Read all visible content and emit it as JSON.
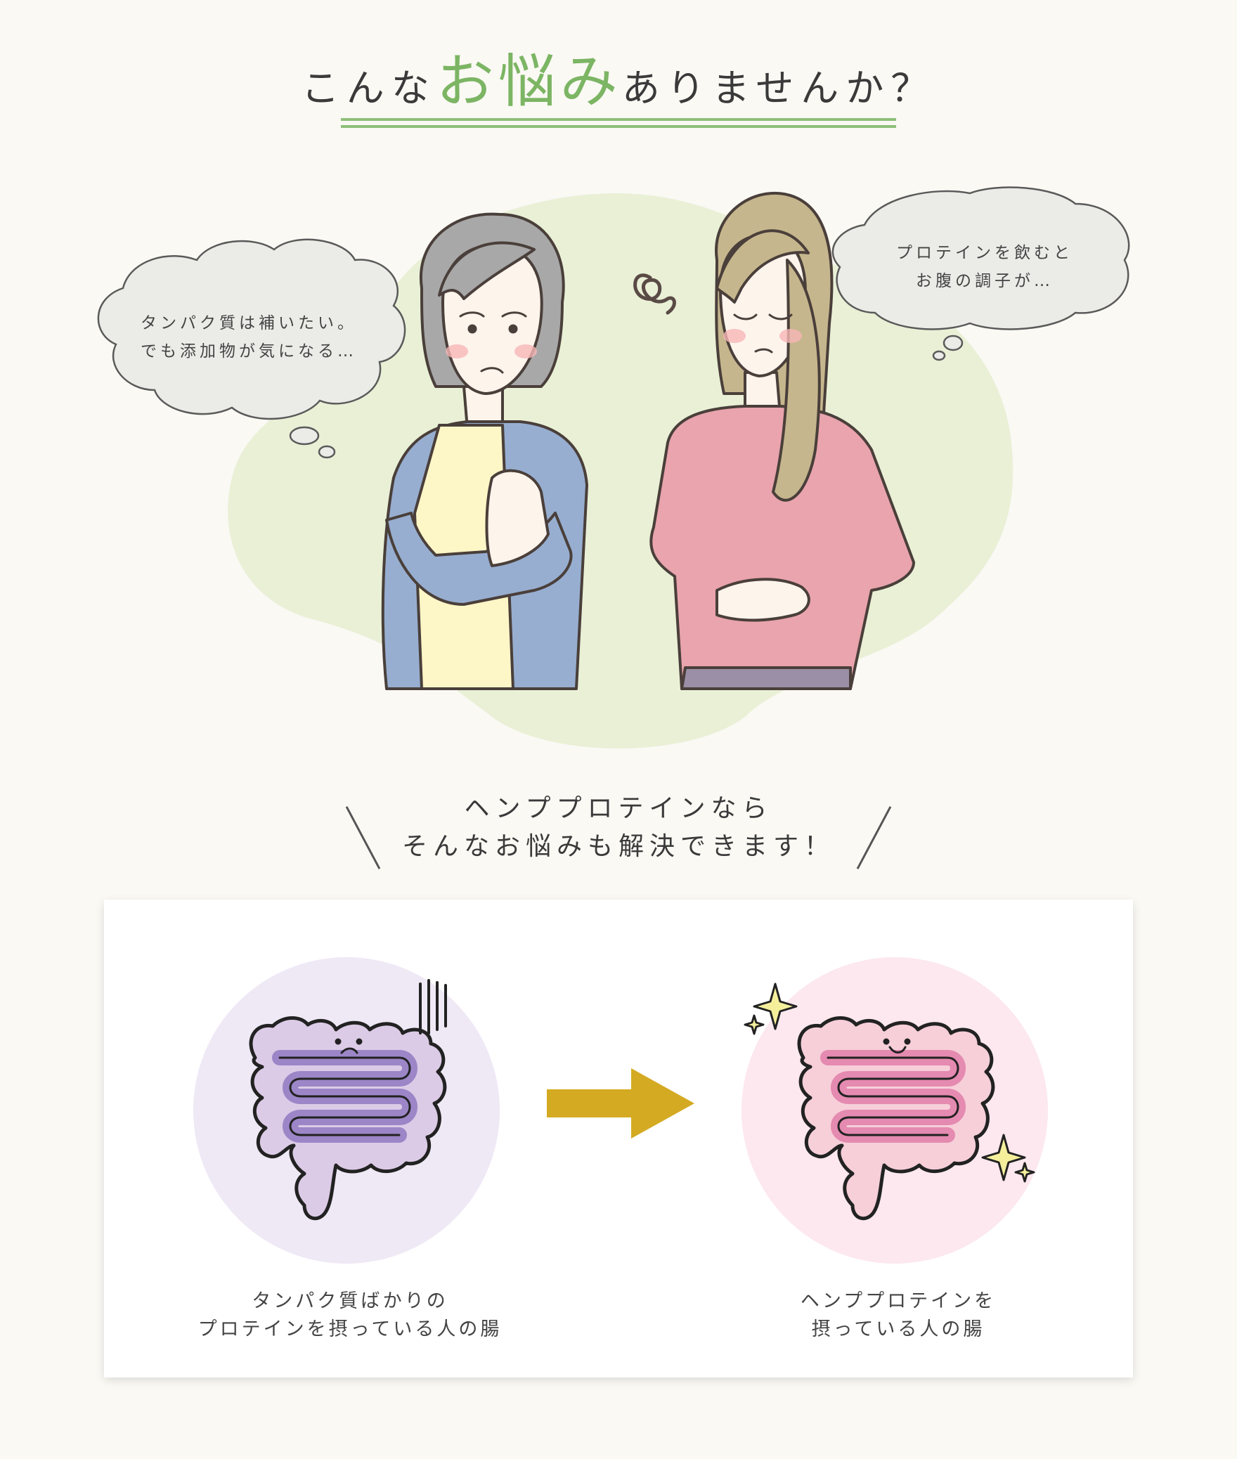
{
  "title": {
    "prefix": "こんな",
    "accent": "お悩み",
    "suffix": "ありませんか？"
  },
  "colors": {
    "accent": "#7cb564",
    "arrow": "#d4aa22",
    "card_bg": "#ffffff",
    "page_bg": "#faf9f4"
  },
  "bubbles": {
    "left": {
      "line1": "タンパク質は補いたい。",
      "line2": "でも添加物が気になる…"
    },
    "right": {
      "line1": "プロテインを飲むと",
      "line2": "お腹の調子が…"
    }
  },
  "solution": {
    "line1": "ヘンププロテインなら",
    "line2": "そんなお悩みも解決できます！"
  },
  "comparison": {
    "before": {
      "icon": "sad-intestine-icon",
      "line1": "タンパク質ばかりの",
      "line2": "プロテインを摂っている人の腸"
    },
    "after": {
      "icon": "happy-intestine-icon",
      "line1": "ヘンププロテインを",
      "line2": "摂っている人の腸"
    }
  }
}
